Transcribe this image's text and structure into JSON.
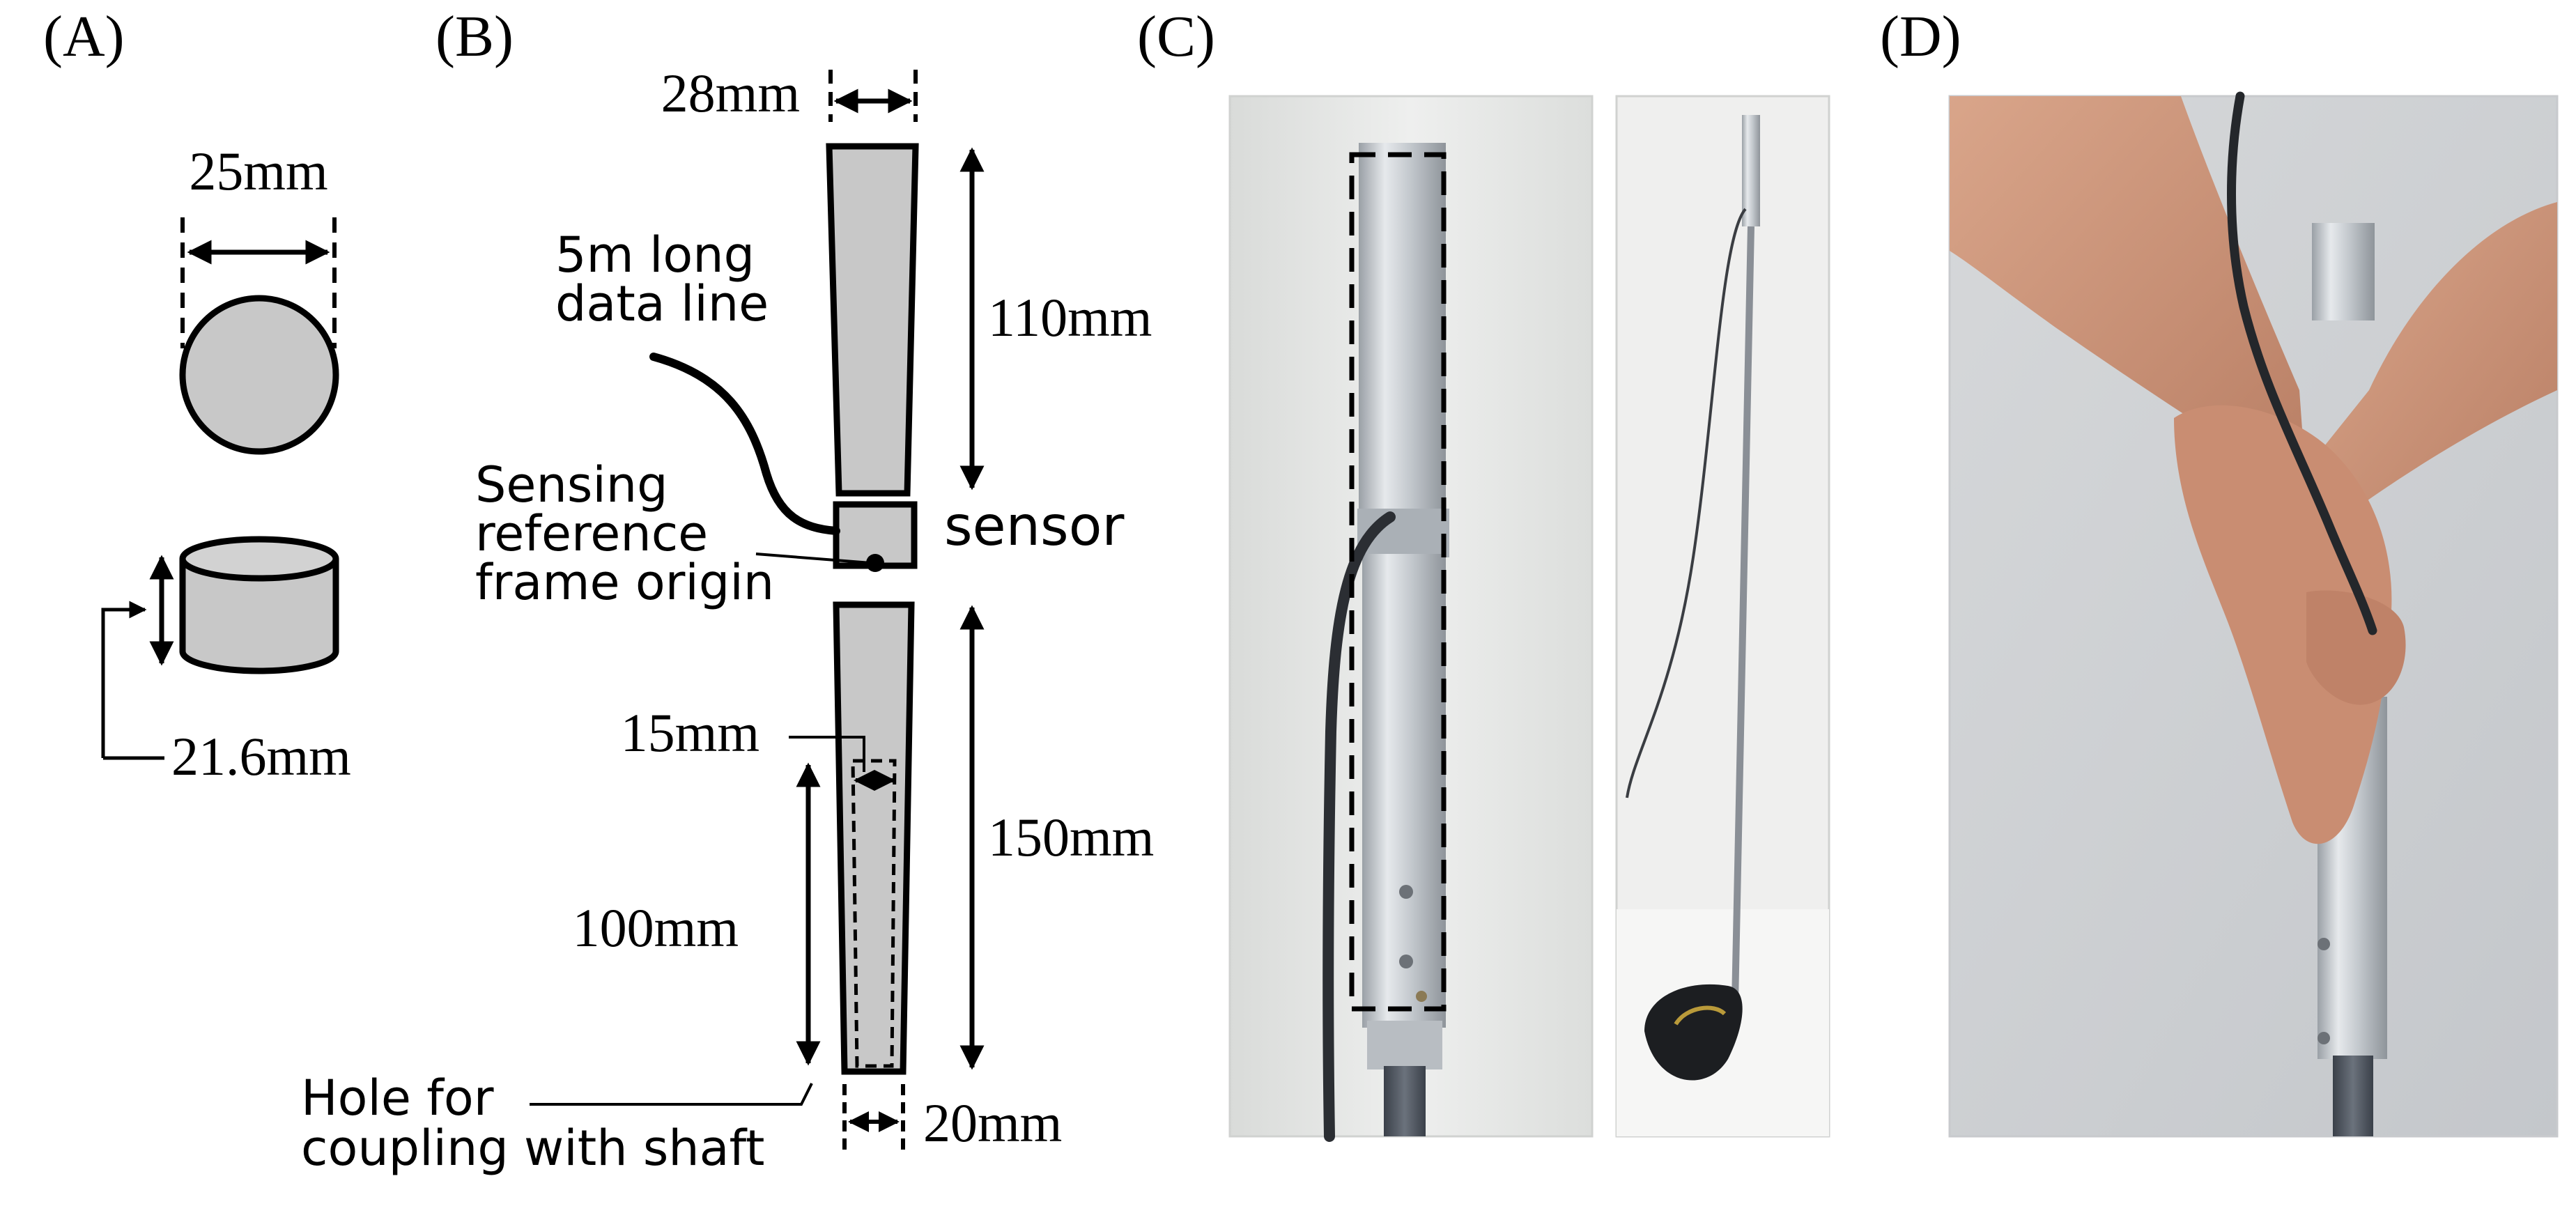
{
  "panels": {
    "a": {
      "label": "(A)",
      "diameter": "25mm",
      "height": "21.6mm"
    },
    "b": {
      "label": "(B)",
      "top_width": "28mm",
      "upper_length": "110mm",
      "data_line": [
        "5m long",
        "data line"
      ],
      "origin": [
        "Sensing",
        "reference",
        "frame origin"
      ],
      "sensor": "sensor",
      "lower_length": "150mm",
      "hole_width": "15mm",
      "hole_depth": "100mm",
      "hole_note": [
        "Hole for",
        "coupling with shaft"
      ],
      "bottom_width": "20mm"
    },
    "c": {
      "label": "(C)"
    },
    "d": {
      "label": "(D)"
    }
  },
  "colors": {
    "part_fill": "#c8c8c8",
    "ink": "#000000",
    "wall": "#e4e5e3",
    "aluminum": "#c9ced2",
    "shaft": "#4e5560",
    "skin": "#cf9a80"
  }
}
